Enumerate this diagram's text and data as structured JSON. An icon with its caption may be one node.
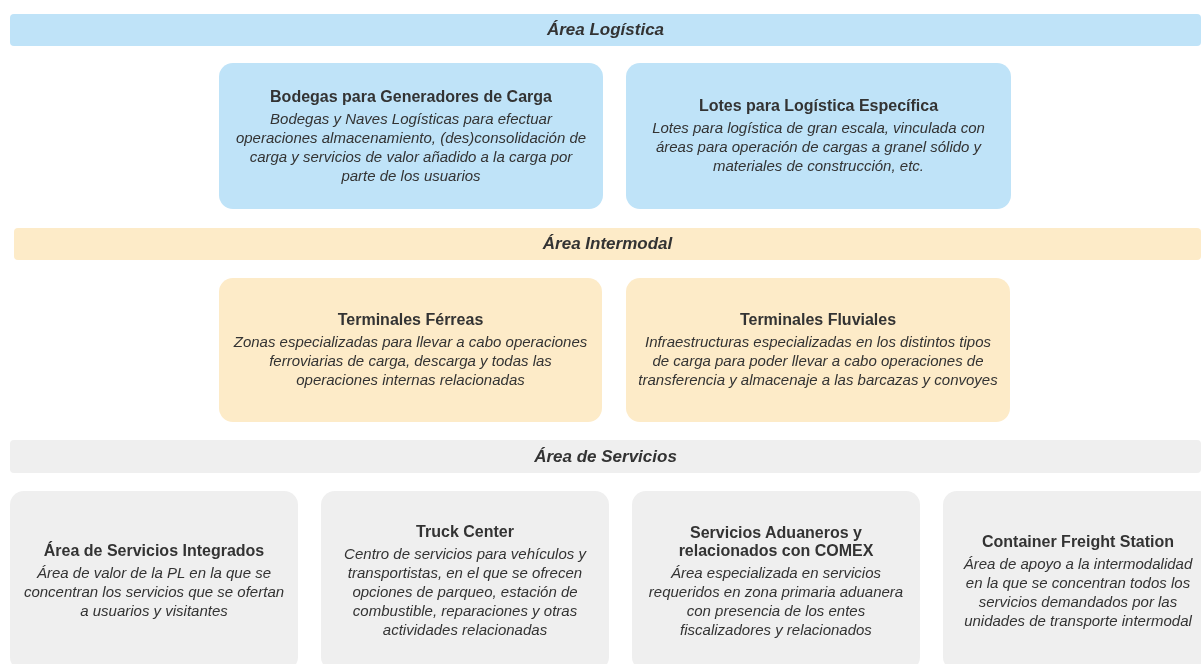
{
  "diagram": {
    "nodes": [
      {
        "text": [
          "Área Logística"
        ]
      },
      {
        "text": [
          "Bodegas para Generadores de Carga",
          "Bodegas y Naves Logísticas para efectuar operaciones almacenamiento, (des)consolidación de carga y servicios de valor añadido a la carga por parte de los usuarios"
        ]
      },
      {
        "text": [
          "Lotes para Logística Específica",
          "Lotes para logística de gran escala, vinculada con áreas para operación de cargas a granel sólido y materiales de construcción, etc."
        ]
      },
      {
        "text": [
          "Área Intermodal"
        ]
      },
      {
        "text": [
          "Terminales Férreas",
          "Zonas especializadas para llevar a cabo operaciones ferroviarias de carga, descarga y todas las operaciones internas relacionadas"
        ]
      },
      {
        "text": [
          "Terminales Fluviales",
          "Infraestructuras especializadas en los distintos tipos de carga para poder llevar a cabo operaciones de transferencia y almacenaje a las barcazas y convoyes"
        ]
      },
      {
        "text": [
          "Área de Servicios"
        ]
      },
      {
        "text": [
          "Área de Servicios Integrados",
          "Área de valor de la PL en la que se concentran los servicios que se ofertan a usuarios y visitantes"
        ]
      },
      {
        "text": [
          "Truck Center",
          "Centro de servicios para vehículos y transportistas, en el que se ofrecen opciones de parqueo, estación de combustible, reparaciones y otras actividades relacionadas"
        ]
      },
      {
        "text": [
          "Servicios Aduaneros y relacionados con COMEX",
          "Área especializada en servicios requeridos en zona primaria aduanera con presencia de los entes fiscalizadores y relacionados"
        ]
      },
      {
        "text": [
          "Container Freight Station",
          "Área de apoyo a la intermodalidad en la que se concentran todos los servicios demandados por las unidades de transporte intermodal"
        ]
      }
    ]
  }
}
